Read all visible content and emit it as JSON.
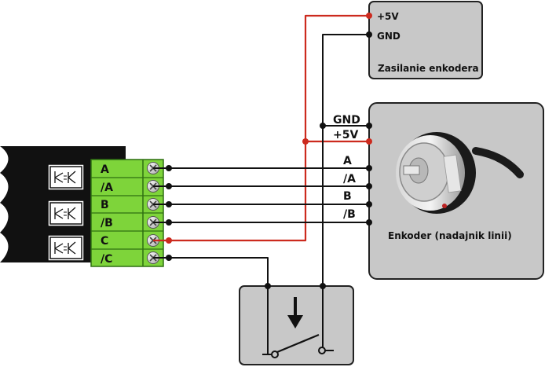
{
  "power_supply": {
    "pin_plus5v": "+5V",
    "pin_gnd": "GND",
    "label": "Zasilanie enkodera"
  },
  "encoder": {
    "pin_gnd": "GND",
    "pin_plus5v": "+5V",
    "ch_a": "A",
    "ch_a_inv": "/A",
    "ch_b": "B",
    "ch_b_inv": "/B",
    "label": "Enkoder (nadajnik linii)"
  },
  "terminal_block": {
    "labels": [
      "A",
      "/A",
      "B",
      "/B",
      "C",
      "/C"
    ]
  },
  "colors": {
    "wire_black": "#111111",
    "wire_red": "#cc2a1e",
    "box_gray": "#c8c8c8",
    "terminal_green": "#7ed43a"
  }
}
